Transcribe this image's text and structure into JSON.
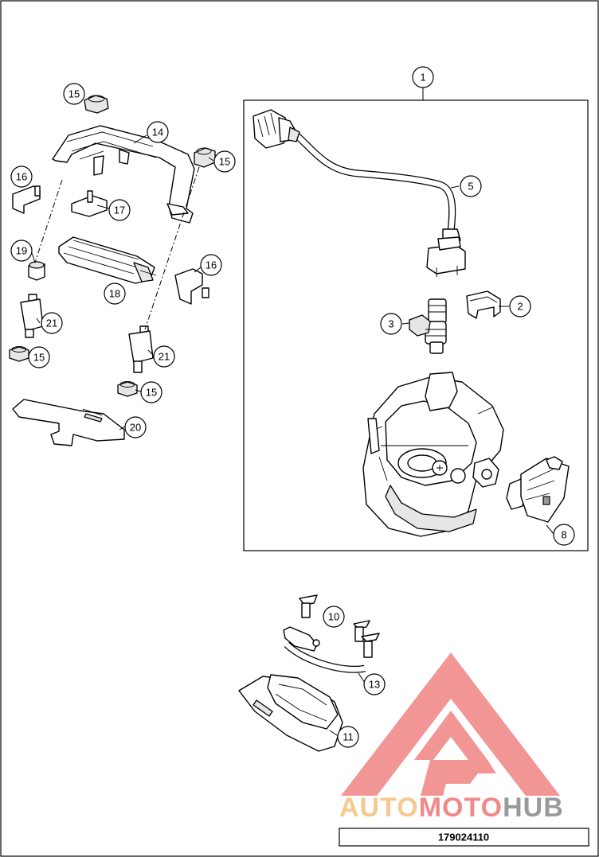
{
  "diagram": {
    "callouts": [
      {
        "id": "c1",
        "label": "1"
      },
      {
        "id": "c2",
        "label": "2"
      },
      {
        "id": "c3",
        "label": "3"
      },
      {
        "id": "c5",
        "label": "5"
      },
      {
        "id": "c8",
        "label": "8"
      },
      {
        "id": "c10",
        "label": "10"
      },
      {
        "id": "c11",
        "label": "11"
      },
      {
        "id": "c13",
        "label": "13"
      },
      {
        "id": "c14",
        "label": "14"
      },
      {
        "id": "c15a",
        "label": "15"
      },
      {
        "id": "c15b",
        "label": "15"
      },
      {
        "id": "c15c",
        "label": "15"
      },
      {
        "id": "c15d",
        "label": "15"
      },
      {
        "id": "c16a",
        "label": "16"
      },
      {
        "id": "c16b",
        "label": "16"
      },
      {
        "id": "c17",
        "label": "17"
      },
      {
        "id": "c18",
        "label": "18"
      },
      {
        "id": "c19",
        "label": "19"
      },
      {
        "id": "c20",
        "label": "20"
      },
      {
        "id": "c21a",
        "label": "21"
      },
      {
        "id": "c21b",
        "label": "21"
      }
    ],
    "diagram_code": "179024110"
  },
  "watermark": {
    "part1": "AUTO",
    "part2": "MOTO",
    "part3": "HUB",
    "colors": {
      "logo": "#f08a8a",
      "auto": "#f7c98f",
      "moto": "#f08a8a",
      "hub": "#9a9a9a"
    }
  }
}
